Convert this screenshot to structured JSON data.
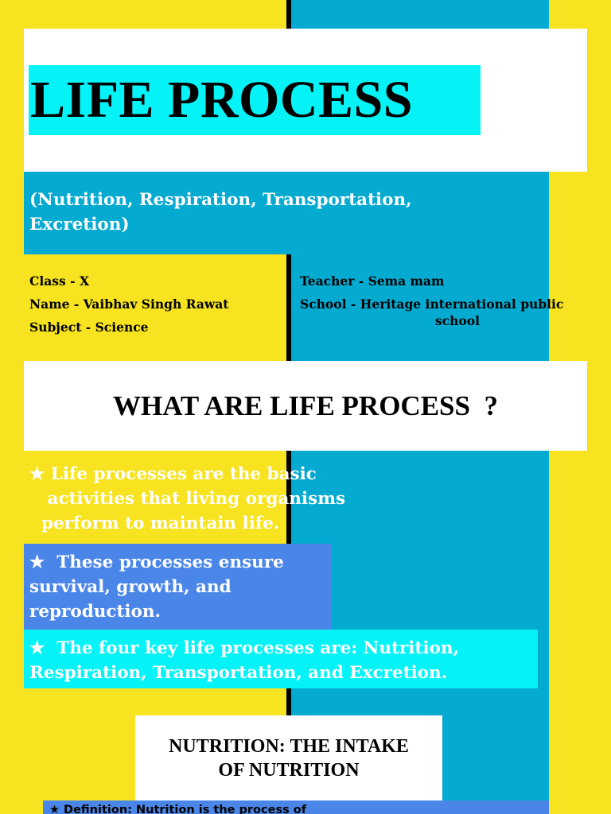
{
  "colors": {
    "background": "#f7e31f",
    "teal_panel": "#05aad0",
    "cyan_highlight": "#05f3f7",
    "blue_box": "#4a86e8",
    "white": "#ffffff",
    "black": "#000000"
  },
  "title": "LIFE PROCESS",
  "subtitle": {
    "line1": "(Nutrition, Respiration, Transportation,",
    "line2": "Excretion)"
  },
  "info_left": {
    "class": "Class - X",
    "name": "Name - Vaibhav Singh Rawat",
    "subject": "Subject - Science"
  },
  "info_right": {
    "teacher": "Teacher - Sema mam",
    "school_line1": "School - Heritage international public",
    "school_line2": "school"
  },
  "question_heading": "WHAT ARE LIFE PROCESS  ?",
  "points": {
    "p1_l1": "★ Life processes are the basic",
    "p1_l2": "   activities that living organisms",
    "p1_l3": "  perform to maintain life.",
    "p2_l1": "★  These processes ensure",
    "p2_l2": "survival, growth, and",
    "p2_l3": "reproduction.",
    "p3_l1": "★  The four key life processes are: Nutrition,",
    "p3_l2": "Respiration, Transportation, and Excretion."
  },
  "section_heading": {
    "line1": "NUTRITION: THE INTAKE",
    "line2": "OF NUTRITION"
  },
  "definition_partial": "★   Definition: Nutrition is the process of"
}
